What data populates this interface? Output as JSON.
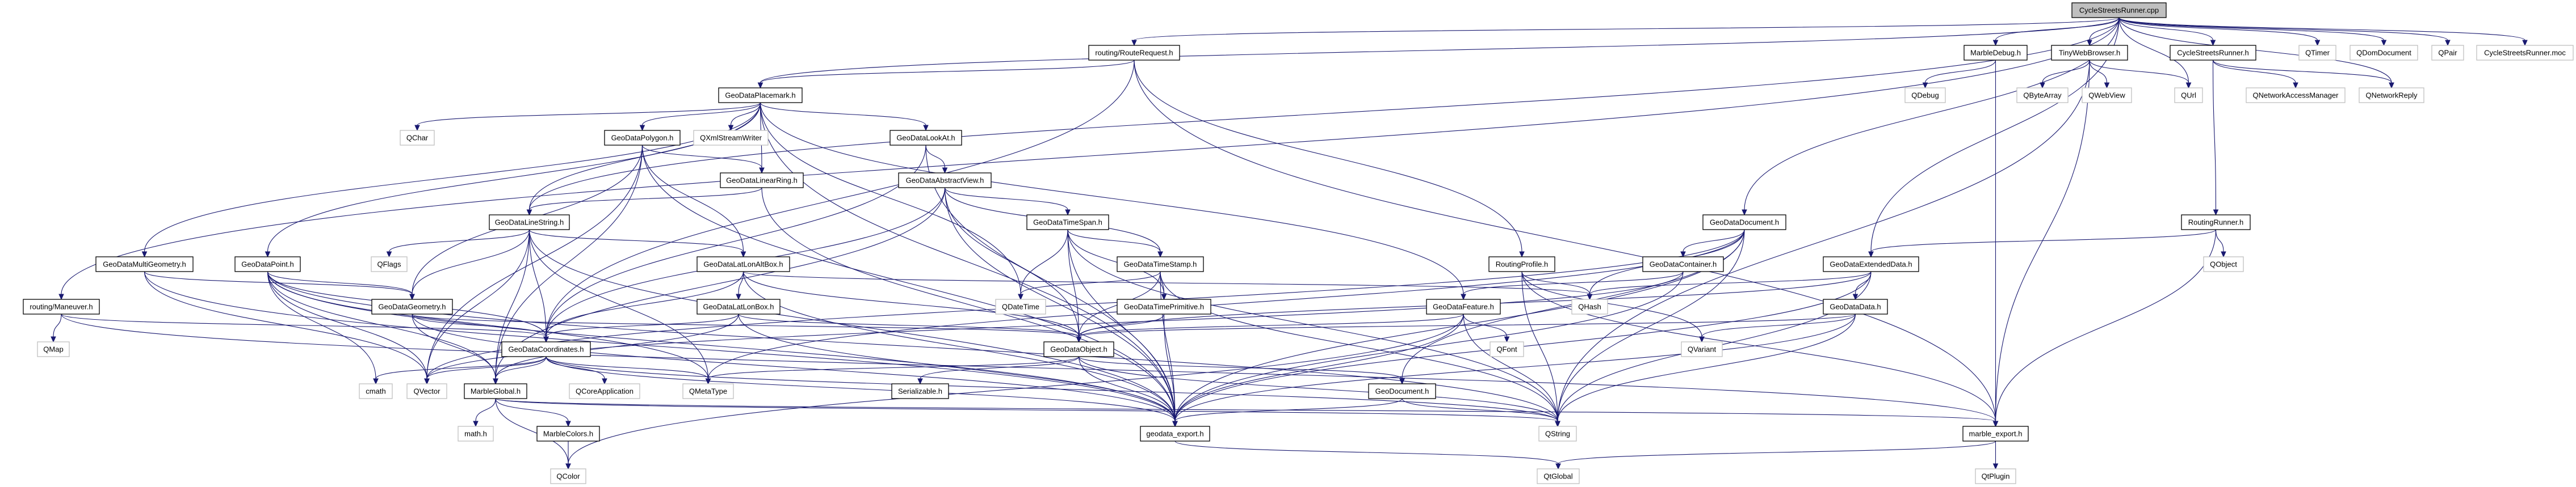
{
  "graph": {
    "edge_color": "#191970",
    "root_fill": "#bfbfbf",
    "nodes": [
      {
        "id": "cpp",
        "label": "CycleStreetsRunner.cpp",
        "kind": "root"
      },
      {
        "id": "routereq",
        "label": "routing/RouteRequest.h",
        "kind": "internal"
      },
      {
        "id": "marbledebug",
        "label": "MarbleDebug.h",
        "kind": "internal"
      },
      {
        "id": "tinyweb",
        "label": "TinyWebBrowser.h",
        "kind": "internal"
      },
      {
        "id": "csrh",
        "label": "CycleStreetsRunner.h",
        "kind": "internal"
      },
      {
        "id": "qtimer",
        "label": "QTimer",
        "kind": "external"
      },
      {
        "id": "qdom",
        "label": "QDomDocument",
        "kind": "external"
      },
      {
        "id": "qpair",
        "label": "QPair",
        "kind": "external"
      },
      {
        "id": "moc",
        "label": "CycleStreetsRunner.moc",
        "kind": "external"
      },
      {
        "id": "placemark",
        "label": "GeoDataPlacemark.h",
        "kind": "internal"
      },
      {
        "id": "qdebug",
        "label": "QDebug",
        "kind": "external"
      },
      {
        "id": "qbytearray",
        "label": "QByteArray",
        "kind": "external"
      },
      {
        "id": "qwebview",
        "label": "QWebView",
        "kind": "external"
      },
      {
        "id": "qurl",
        "label": "QUrl",
        "kind": "external"
      },
      {
        "id": "qnam",
        "label": "QNetworkAccessManager",
        "kind": "external"
      },
      {
        "id": "qnreply",
        "label": "QNetworkReply",
        "kind": "external"
      },
      {
        "id": "qchar",
        "label": "QChar",
        "kind": "external"
      },
      {
        "id": "polygon",
        "label": "GeoDataPolygon.h",
        "kind": "internal"
      },
      {
        "id": "qxml",
        "label": "QXmlStreamWriter",
        "kind": "external"
      },
      {
        "id": "lookat",
        "label": "GeoDataLookAt.h",
        "kind": "internal"
      },
      {
        "id": "linearring",
        "label": "GeoDataLinearRing.h",
        "kind": "internal"
      },
      {
        "id": "abstractview",
        "label": "GeoDataAbstractView.h",
        "kind": "internal"
      },
      {
        "id": "linestring",
        "label": "GeoDataLineString.h",
        "kind": "internal"
      },
      {
        "id": "timespan",
        "label": "GeoDataTimeSpan.h",
        "kind": "internal"
      },
      {
        "id": "document",
        "label": "GeoDataDocument.h",
        "kind": "internal"
      },
      {
        "id": "routingrunner",
        "label": "RoutingRunner.h",
        "kind": "internal"
      },
      {
        "id": "multigeom",
        "label": "GeoDataMultiGeometry.h",
        "kind": "internal"
      },
      {
        "id": "point",
        "label": "GeoDataPoint.h",
        "kind": "internal"
      },
      {
        "id": "qflags",
        "label": "QFlags",
        "kind": "external"
      },
      {
        "id": "latlonaltbox",
        "label": "GeoDataLatLonAltBox.h",
        "kind": "internal"
      },
      {
        "id": "timestamp",
        "label": "GeoDataTimeStamp.h",
        "kind": "internal"
      },
      {
        "id": "routingprofile",
        "label": "RoutingProfile.h",
        "kind": "internal"
      },
      {
        "id": "container",
        "label": "GeoDataContainer.h",
        "kind": "internal"
      },
      {
        "id": "extendeddata",
        "label": "GeoDataExtendedData.h",
        "kind": "internal"
      },
      {
        "id": "qobject",
        "label": "QObject",
        "kind": "external"
      },
      {
        "id": "maneuver",
        "label": "routing/Maneuver.h",
        "kind": "internal"
      },
      {
        "id": "geometry",
        "label": "GeoDataGeometry.h",
        "kind": "internal"
      },
      {
        "id": "latlonbox",
        "label": "GeoDataLatLonBox.h",
        "kind": "internal"
      },
      {
        "id": "qdatetime",
        "label": "QDateTime",
        "kind": "external"
      },
      {
        "id": "timeprimitive",
        "label": "GeoDataTimePrimitive.h",
        "kind": "internal"
      },
      {
        "id": "feature",
        "label": "GeoDataFeature.h",
        "kind": "internal"
      },
      {
        "id": "qhash",
        "label": "QHash",
        "kind": "external"
      },
      {
        "id": "data",
        "label": "GeoDataData.h",
        "kind": "internal"
      },
      {
        "id": "qmap",
        "label": "QMap",
        "kind": "external"
      },
      {
        "id": "coordinates",
        "label": "GeoDataCoordinates.h",
        "kind": "internal"
      },
      {
        "id": "object",
        "label": "GeoDataObject.h",
        "kind": "internal"
      },
      {
        "id": "qfont",
        "label": "QFont",
        "kind": "external"
      },
      {
        "id": "qvariant",
        "label": "QVariant",
        "kind": "external"
      },
      {
        "id": "cmath",
        "label": "cmath",
        "kind": "external"
      },
      {
        "id": "qvector",
        "label": "QVector",
        "kind": "external"
      },
      {
        "id": "marbleglobal",
        "label": "MarbleGlobal.h",
        "kind": "internal"
      },
      {
        "id": "qcoreapp",
        "label": "QCoreApplication",
        "kind": "external"
      },
      {
        "id": "qmetatype",
        "label": "QMetaType",
        "kind": "external"
      },
      {
        "id": "serializable",
        "label": "Serializable.h",
        "kind": "internal"
      },
      {
        "id": "geodocument",
        "label": "GeoDocument.h",
        "kind": "internal"
      },
      {
        "id": "mathh",
        "label": "math.h",
        "kind": "external"
      },
      {
        "id": "marblecolors",
        "label": "MarbleColors.h",
        "kind": "internal"
      },
      {
        "id": "geodataexport",
        "label": "geodata_export.h",
        "kind": "internal"
      },
      {
        "id": "qstring",
        "label": "QString",
        "kind": "external"
      },
      {
        "id": "marbleexport",
        "label": "marble_export.h",
        "kind": "internal"
      },
      {
        "id": "qcolor",
        "label": "QColor",
        "kind": "external"
      },
      {
        "id": "qtglobal",
        "label": "QtGlobal",
        "kind": "external"
      },
      {
        "id": "qtplugin",
        "label": "QtPlugin",
        "kind": "external"
      }
    ],
    "edges": [
      [
        "cpp",
        "routereq"
      ],
      [
        "cpp",
        "marbledebug"
      ],
      [
        "cpp",
        "tinyweb"
      ],
      [
        "cpp",
        "csrh"
      ],
      [
        "cpp",
        "qtimer"
      ],
      [
        "cpp",
        "qdom"
      ],
      [
        "cpp",
        "qpair"
      ],
      [
        "cpp",
        "moc"
      ],
      [
        "cpp",
        "qurl"
      ],
      [
        "cpp",
        "qnreply"
      ],
      [
        "cpp",
        "document"
      ],
      [
        "cpp",
        "extendeddata"
      ],
      [
        "cpp",
        "maneuver"
      ],
      [
        "cpp",
        "linestring"
      ],
      [
        "cpp",
        "placemark"
      ],
      [
        "routereq",
        "placemark"
      ],
      [
        "routereq",
        "marbleexport"
      ],
      [
        "routereq",
        "routingprofile"
      ],
      [
        "routereq",
        "coordinates"
      ],
      [
        "marbledebug",
        "qdebug"
      ],
      [
        "marbledebug",
        "marbleexport"
      ],
      [
        "tinyweb",
        "qbytearray"
      ],
      [
        "tinyweb",
        "qwebview"
      ],
      [
        "tinyweb",
        "qurl"
      ],
      [
        "tinyweb",
        "marbleexport"
      ],
      [
        "tinyweb",
        "qstring"
      ],
      [
        "csrh",
        "qnam"
      ],
      [
        "csrh",
        "qnreply"
      ],
      [
        "csrh",
        "routingrunner"
      ],
      [
        "routingrunner",
        "qobject"
      ],
      [
        "routingrunner",
        "marbleexport"
      ],
      [
        "routingrunner",
        "extendeddata"
      ],
      [
        "placemark",
        "qchar"
      ],
      [
        "placemark",
        "polygon"
      ],
      [
        "placemark",
        "qxml"
      ],
      [
        "placemark",
        "linearring"
      ],
      [
        "placemark",
        "lookat"
      ],
      [
        "placemark",
        "linestring"
      ],
      [
        "placemark",
        "multigeom"
      ],
      [
        "placemark",
        "point"
      ],
      [
        "placemark",
        "qdatetime"
      ],
      [
        "placemark",
        "feature"
      ],
      [
        "placemark",
        "geodataexport"
      ],
      [
        "polygon",
        "linearring"
      ],
      [
        "polygon",
        "latlonaltbox"
      ],
      [
        "polygon",
        "geometry"
      ],
      [
        "polygon",
        "qvector"
      ],
      [
        "polygon",
        "marbleglobal"
      ],
      [
        "polygon",
        "geodataexport"
      ],
      [
        "linearring",
        "linestring"
      ],
      [
        "linearring",
        "geodataexport"
      ],
      [
        "lookat",
        "abstractview"
      ],
      [
        "lookat",
        "coordinates"
      ],
      [
        "lookat",
        "geodataexport"
      ],
      [
        "abstractview",
        "timespan"
      ],
      [
        "abstractview",
        "timestamp"
      ],
      [
        "abstractview",
        "object"
      ],
      [
        "abstractview",
        "coordinates"
      ],
      [
        "abstractview",
        "marbleglobal"
      ],
      [
        "abstractview",
        "geodataexport"
      ],
      [
        "linestring",
        "qflags"
      ],
      [
        "linestring",
        "qvector"
      ],
      [
        "linestring",
        "geometry"
      ],
      [
        "linestring",
        "coordinates"
      ],
      [
        "linestring",
        "latlonaltbox"
      ],
      [
        "linestring",
        "marbleglobal"
      ],
      [
        "linestring",
        "qmetatype"
      ],
      [
        "linestring",
        "geodataexport"
      ],
      [
        "timespan",
        "qdatetime"
      ],
      [
        "timespan",
        "timestamp"
      ],
      [
        "timespan",
        "timeprimitive"
      ],
      [
        "timespan",
        "object"
      ],
      [
        "timespan",
        "geodataexport"
      ],
      [
        "timespan",
        "qstring"
      ],
      [
        "document",
        "qhash"
      ],
      [
        "document",
        "container"
      ],
      [
        "document",
        "geodocument"
      ],
      [
        "document",
        "qmetatype"
      ],
      [
        "document",
        "qvector"
      ],
      [
        "document",
        "qstring"
      ],
      [
        "document",
        "geodataexport"
      ],
      [
        "multigeom",
        "geometry"
      ],
      [
        "multigeom",
        "qvector"
      ],
      [
        "multigeom",
        "geodataexport"
      ],
      [
        "point",
        "geometry"
      ],
      [
        "point",
        "coordinates"
      ],
      [
        "point",
        "qmetatype"
      ],
      [
        "point",
        "qvector"
      ],
      [
        "point",
        "cmath"
      ],
      [
        "point",
        "marbleglobal"
      ],
      [
        "point",
        "geodataexport"
      ],
      [
        "point",
        "qstring"
      ],
      [
        "latlonaltbox",
        "latlonbox"
      ],
      [
        "latlonaltbox",
        "coordinates"
      ],
      [
        "latlonaltbox",
        "object"
      ],
      [
        "latlonaltbox",
        "qhash"
      ],
      [
        "latlonaltbox",
        "geodataexport"
      ],
      [
        "timestamp",
        "qdatetime"
      ],
      [
        "timestamp",
        "timeprimitive"
      ],
      [
        "timestamp",
        "object"
      ],
      [
        "timestamp",
        "geodataexport"
      ],
      [
        "timestamp",
        "qstring"
      ],
      [
        "routingprofile",
        "qhash"
      ],
      [
        "routingprofile",
        "qvariant"
      ],
      [
        "routingprofile",
        "marbleexport"
      ],
      [
        "routingprofile",
        "qstring"
      ],
      [
        "container",
        "feature"
      ],
      [
        "container",
        "qvector"
      ],
      [
        "container",
        "geodataexport"
      ],
      [
        "extendeddata",
        "data"
      ],
      [
        "extendeddata",
        "qhash"
      ],
      [
        "extendeddata",
        "object"
      ],
      [
        "extendeddata",
        "qstring"
      ],
      [
        "extendeddata",
        "geodataexport"
      ],
      [
        "maneuver",
        "qmap"
      ],
      [
        "maneuver",
        "coordinates"
      ],
      [
        "maneuver",
        "marbleexport"
      ],
      [
        "geometry",
        "coordinates"
      ],
      [
        "geometry",
        "object"
      ],
      [
        "geometry",
        "marbleglobal"
      ],
      [
        "geometry",
        "geodataexport"
      ],
      [
        "timeprimitive",
        "object"
      ],
      [
        "timeprimitive",
        "geodataexport"
      ],
      [
        "latlonbox",
        "coordinates"
      ],
      [
        "latlonbox",
        "object"
      ],
      [
        "latlonbox",
        "marbleglobal"
      ],
      [
        "latlonbox",
        "geodataexport"
      ],
      [
        "feature",
        "object"
      ],
      [
        "feature",
        "qfont"
      ],
      [
        "feature",
        "qstring"
      ],
      [
        "feature",
        "qcolor"
      ],
      [
        "feature",
        "geodataexport"
      ],
      [
        "data",
        "qvariant"
      ],
      [
        "data",
        "object"
      ],
      [
        "data",
        "qstring"
      ],
      [
        "data",
        "geodataexport"
      ],
      [
        "coordinates",
        "qvector"
      ],
      [
        "coordinates",
        "qmetatype"
      ],
      [
        "coordinates",
        "marbleglobal"
      ],
      [
        "coordinates",
        "qcoreapp"
      ],
      [
        "coordinates",
        "cmath"
      ],
      [
        "coordinates",
        "qstring"
      ],
      [
        "coordinates",
        "geodataexport"
      ],
      [
        "object",
        "geodocument"
      ],
      [
        "object",
        "serializable"
      ],
      [
        "object",
        "qmetatype"
      ],
      [
        "object",
        "qstring"
      ],
      [
        "object",
        "geodataexport"
      ],
      [
        "marbleglobal",
        "mathh"
      ],
      [
        "marbleglobal",
        "marblecolors"
      ],
      [
        "marbleglobal",
        "qcolor"
      ],
      [
        "marbleglobal",
        "marbleexport"
      ],
      [
        "marbleglobal",
        "qstring"
      ],
      [
        "marblecolors",
        "qcolor"
      ],
      [
        "geodocument",
        "qstring"
      ],
      [
        "geodocument",
        "geodataexport"
      ],
      [
        "geodataexport",
        "qtglobal"
      ],
      [
        "marbleexport",
        "qtplugin"
      ],
      [
        "marbleexport",
        "qtglobal"
      ]
    ]
  }
}
